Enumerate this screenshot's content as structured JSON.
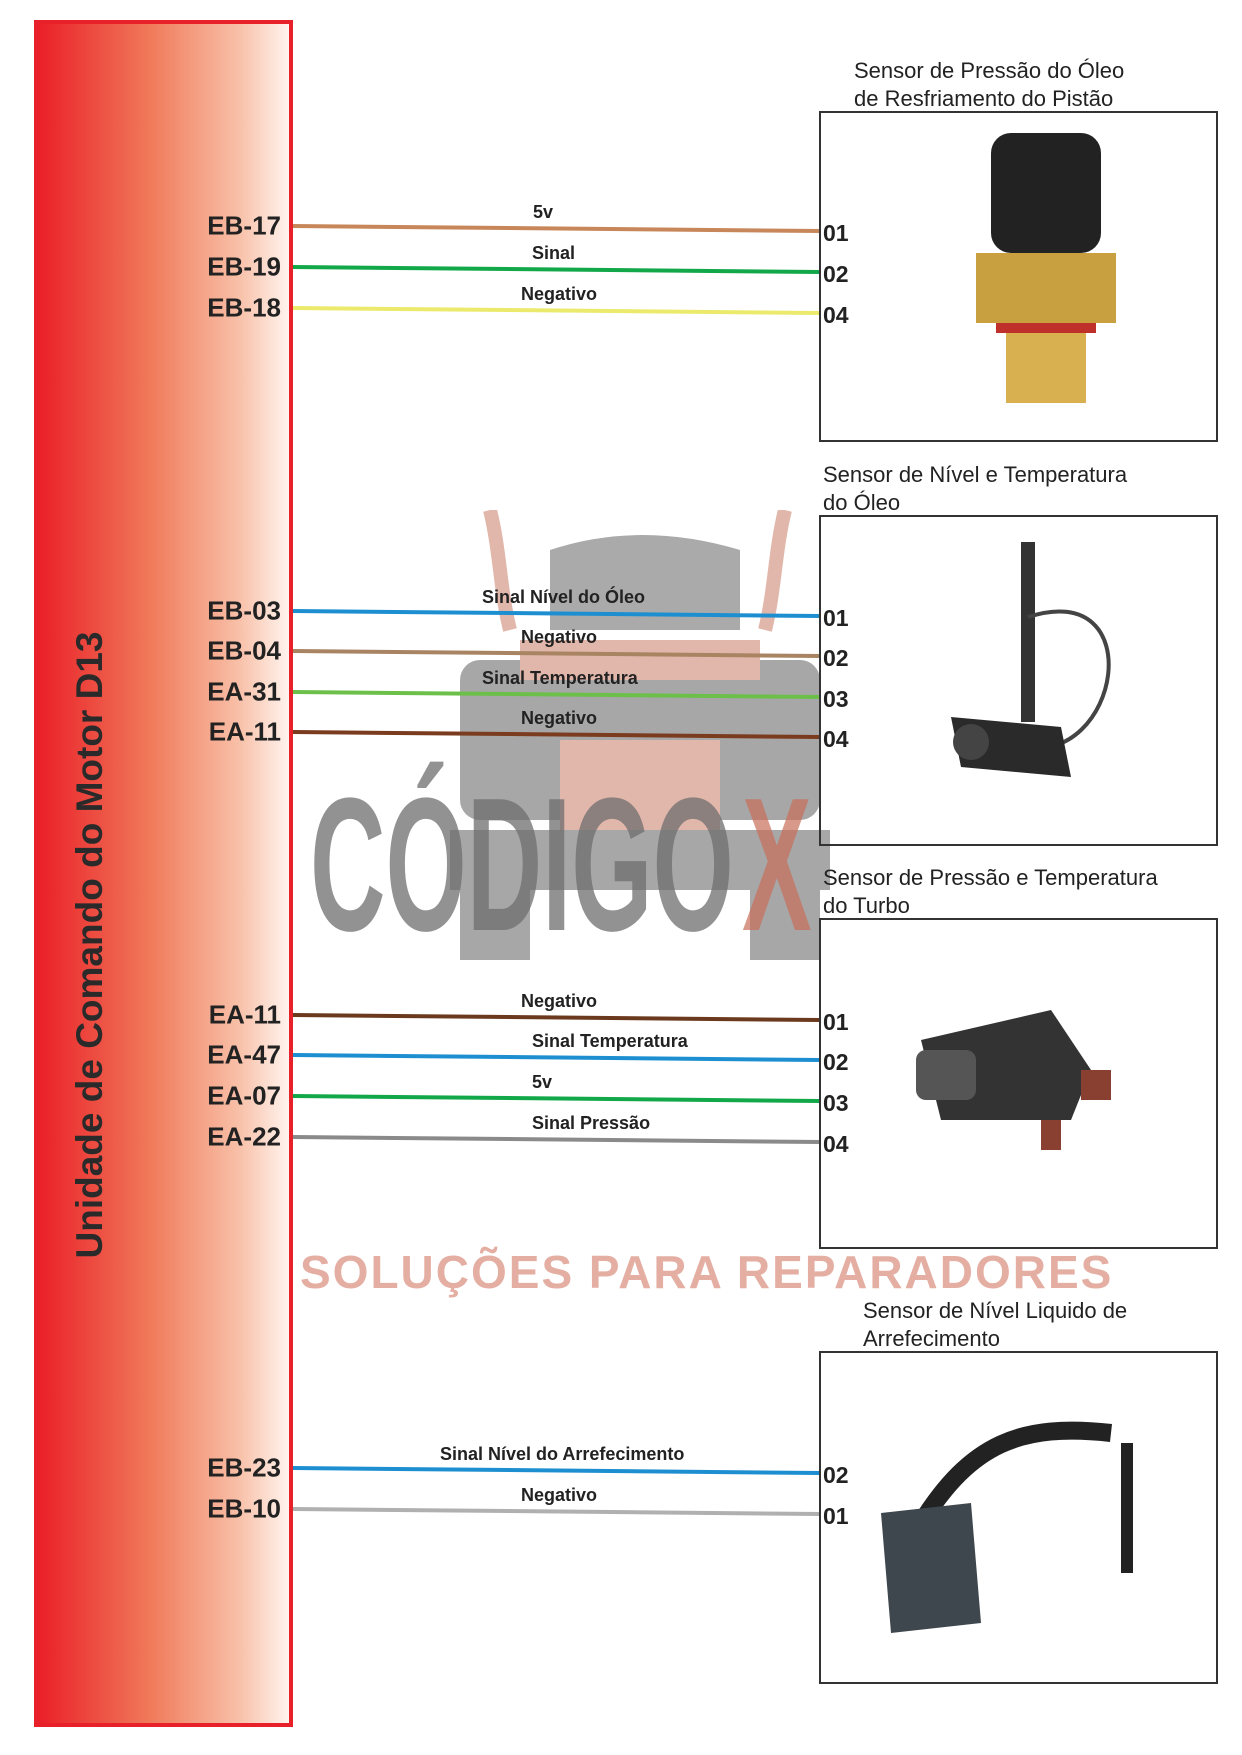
{
  "ecu": {
    "title": "Unidade de Comando do Motor D13",
    "color": "#e8202a"
  },
  "watermark": {
    "brand": "CÓDIGO",
    "brand_x": "X",
    "tagline": "SOLUÇÕES PARA REPARADORES"
  },
  "sensors": [
    {
      "title_lines": [
        "Sensor de Pressão do Óleo",
        "de Resfriamento do Pistão"
      ],
      "icon": "pressure-sensor",
      "wires": [
        {
          "ecu_pin": "EB-17",
          "sensor_pin": "01",
          "label": "5v",
          "color": "#c8875a"
        },
        {
          "ecu_pin": "EB-19",
          "sensor_pin": "02",
          "label": "Sinal",
          "color": "#12a84a"
        },
        {
          "ecu_pin": "EB-18",
          "sensor_pin": "04",
          "label": "Negativo",
          "color": "#ecea6c"
        }
      ]
    },
    {
      "title_lines": [
        "Sensor de Nível e Temperatura",
        "do Óleo"
      ],
      "icon": "oil-level-sensor",
      "wires": [
        {
          "ecu_pin": "EB-03",
          "sensor_pin": "01",
          "label": "Sinal Nível do Óleo",
          "color": "#1d8fd0"
        },
        {
          "ecu_pin": "EB-04",
          "sensor_pin": "02",
          "label": "Negativo",
          "color": "#a88462"
        },
        {
          "ecu_pin": "EA-31",
          "sensor_pin": "03",
          "label": "Sinal Temperatura",
          "color": "#6cc04a"
        },
        {
          "ecu_pin": "EA-11",
          "sensor_pin": "04",
          "label": "Negativo",
          "color": "#7a3b1e"
        }
      ]
    },
    {
      "title_lines": [
        "Sensor de Pressão e Temperatura",
        "do Turbo"
      ],
      "icon": "turbo-map-sensor",
      "wires": [
        {
          "ecu_pin": "EA-11",
          "sensor_pin": "01",
          "label": "Negativo",
          "color": "#6b3a1e"
        },
        {
          "ecu_pin": "EA-47",
          "sensor_pin": "02",
          "label": "Sinal Temperatura",
          "color": "#1d8fd0"
        },
        {
          "ecu_pin": "EA-07",
          "sensor_pin": "03",
          "label": "5v",
          "color": "#12a84a"
        },
        {
          "ecu_pin": "EA-22",
          "sensor_pin": "04",
          "label": "Sinal Pressão",
          "color": "#8a8a8a"
        }
      ]
    },
    {
      "title_lines": [
        "Sensor de Nível Liquido de",
        "Arrefecimento"
      ],
      "icon": "coolant-level-sensor",
      "wires": [
        {
          "ecu_pin": "EB-23",
          "sensor_pin": "02",
          "label": "Sinal Nível do Arrefecimento",
          "color": "#1d8fd0"
        },
        {
          "ecu_pin": "EB-10",
          "sensor_pin": "01",
          "label": "Negativo",
          "color": "#b0b0b0"
        }
      ]
    }
  ]
}
